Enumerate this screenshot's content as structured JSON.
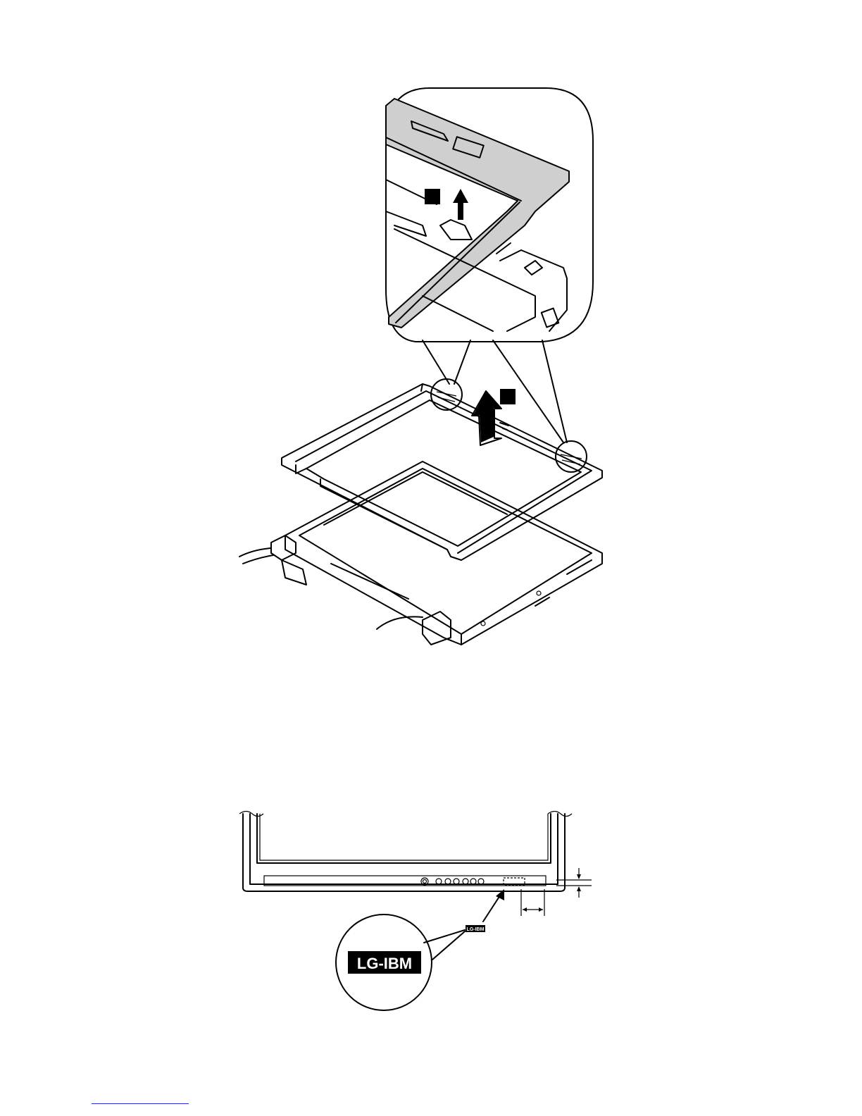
{
  "figure_top": {
    "description_marks": [
      "step-1-marker",
      "step-2-marker"
    ]
  },
  "figure_bottom": {
    "logo_small": "LG-IBM",
    "logo_large": "LG-IBM"
  },
  "colors": {
    "line": "#000000",
    "bezel_fill": "#cfcfcf",
    "link": "#2b2bd6"
  }
}
